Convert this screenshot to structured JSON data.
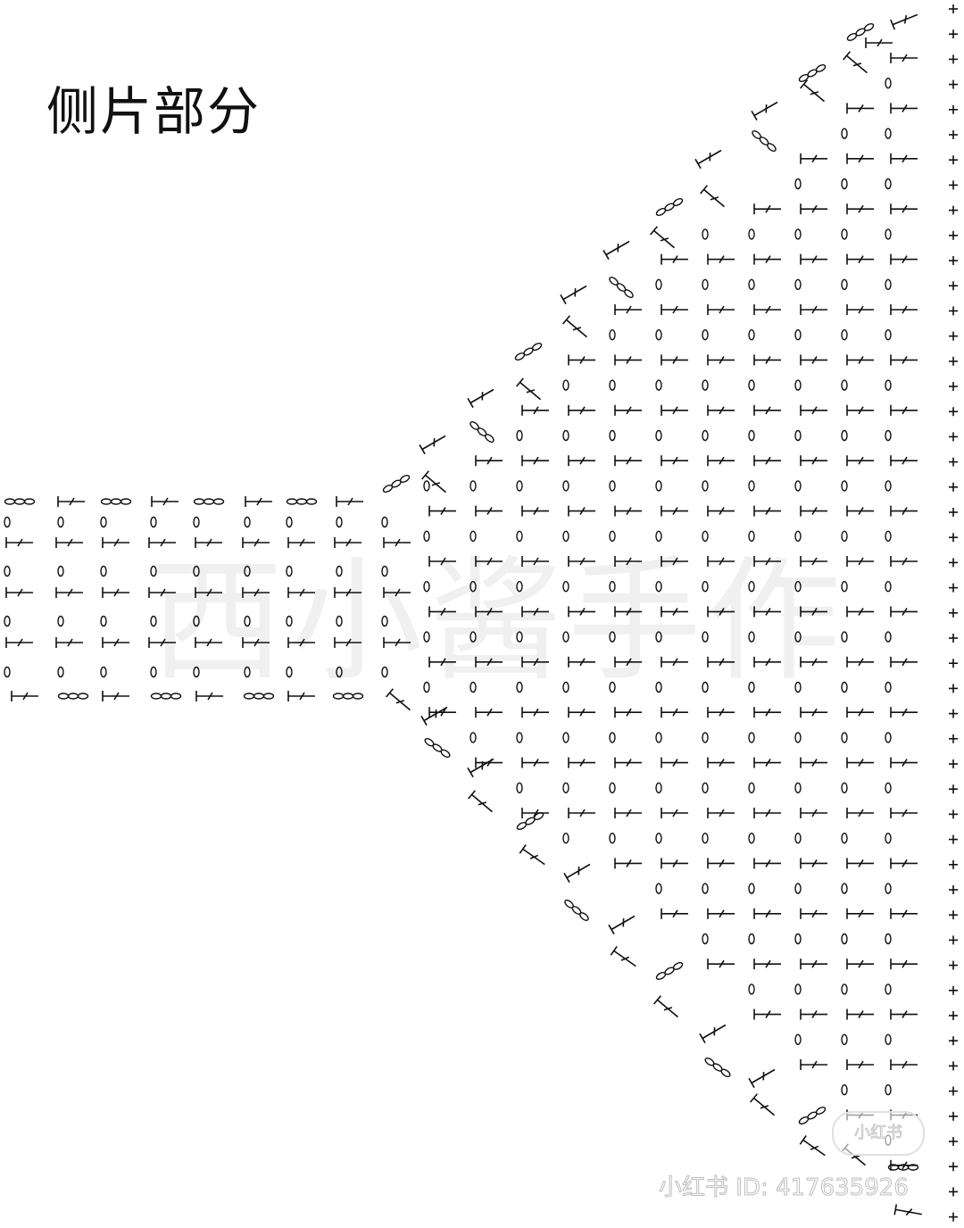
{
  "diagram": {
    "title": "侧片部分",
    "watermark": "西小酱手作",
    "source_badge": "小红书",
    "source_id": "小红书 ID: 417635926",
    "symbols": {
      "single_crochet": "+",
      "half_double_crochet": "⊢ (T with slash)",
      "chain": "0",
      "chain_group": "000"
    }
  }
}
